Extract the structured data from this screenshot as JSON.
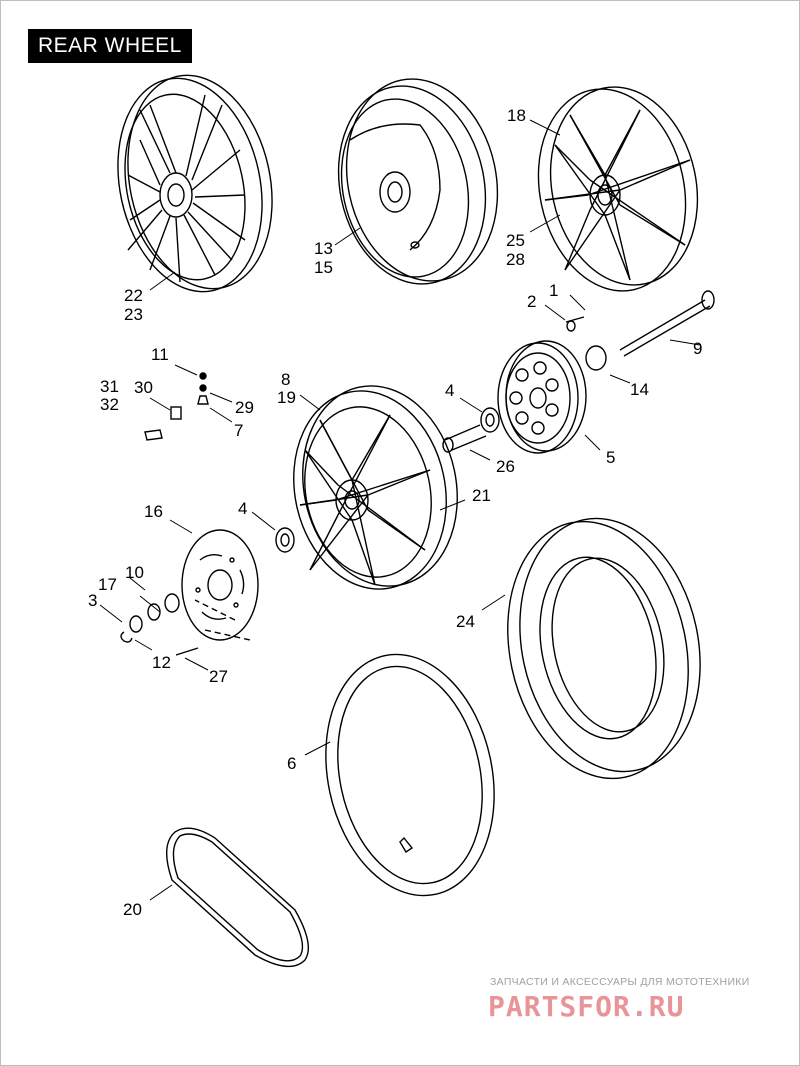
{
  "title": "REAR WHEEL",
  "callouts": [
    {
      "id": "c1",
      "text": "1"
    },
    {
      "id": "c2",
      "text": "2"
    },
    {
      "id": "c3",
      "text": "3"
    },
    {
      "id": "c4a",
      "text": "4"
    },
    {
      "id": "c4b",
      "text": "4"
    },
    {
      "id": "c5",
      "text": "5"
    },
    {
      "id": "c6",
      "text": "6"
    },
    {
      "id": "c7",
      "text": "7"
    },
    {
      "id": "c8",
      "text": "8"
    },
    {
      "id": "c9",
      "text": "9"
    },
    {
      "id": "c10",
      "text": "10"
    },
    {
      "id": "c11",
      "text": "11"
    },
    {
      "id": "c12",
      "text": "12"
    },
    {
      "id": "c13",
      "text": "13"
    },
    {
      "id": "c14",
      "text": "14"
    },
    {
      "id": "c15",
      "text": "15"
    },
    {
      "id": "c16",
      "text": "16"
    },
    {
      "id": "c17",
      "text": "17"
    },
    {
      "id": "c18",
      "text": "18"
    },
    {
      "id": "c19",
      "text": "19"
    },
    {
      "id": "c20",
      "text": "20"
    },
    {
      "id": "c21",
      "text": "21"
    },
    {
      "id": "c22",
      "text": "22"
    },
    {
      "id": "c23",
      "text": "23"
    },
    {
      "id": "c24",
      "text": "24"
    },
    {
      "id": "c25",
      "text": "25"
    },
    {
      "id": "c26",
      "text": "26"
    },
    {
      "id": "c27",
      "text": "27"
    },
    {
      "id": "c28",
      "text": "28"
    },
    {
      "id": "c29",
      "text": "29"
    },
    {
      "id": "c30",
      "text": "30"
    },
    {
      "id": "c31",
      "text": "31"
    },
    {
      "id": "c32",
      "text": "32"
    }
  ],
  "watermark": {
    "caption": "ЗАПЧАСТИ И АКСЕССУАРЫ ДЛЯ МОТОТЕХНИКИ",
    "logo": "PARTSFOR.RU"
  }
}
